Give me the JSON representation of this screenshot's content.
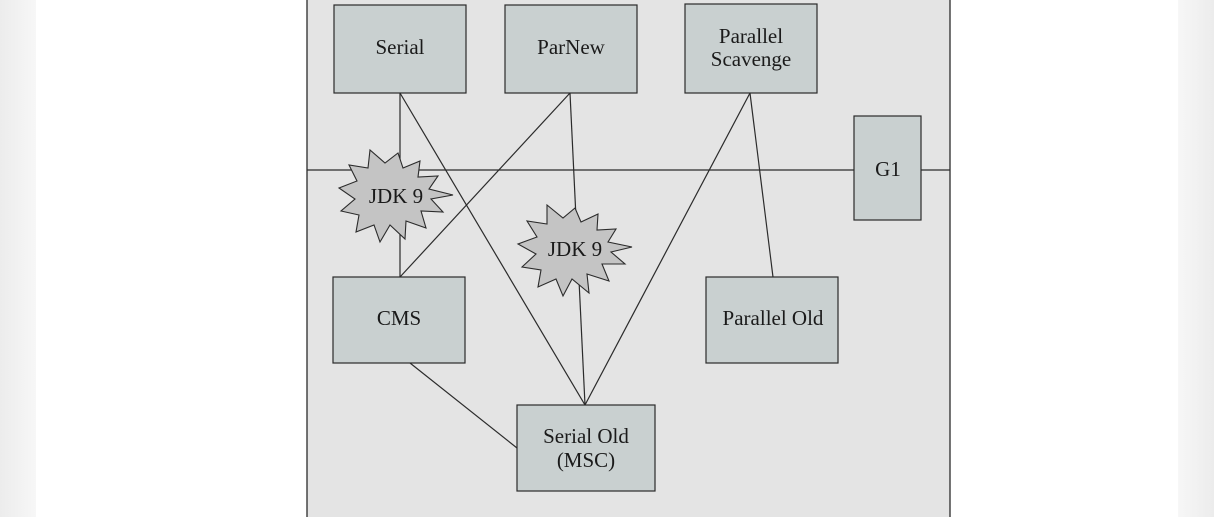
{
  "diagram": {
    "nodes": {
      "serial": {
        "label": "Serial"
      },
      "parnew": {
        "label": "ParNew"
      },
      "parallel_scavenge": {
        "label_line1": "Parallel",
        "label_line2": "Scavenge"
      },
      "g1": {
        "label": "G1"
      },
      "cms": {
        "label": "CMS"
      },
      "parallel_old": {
        "label": "Parallel Old"
      },
      "serial_old": {
        "label_line1": "Serial Old",
        "label_line2": "(MSC)"
      }
    },
    "deprecations": [
      {
        "label": "JDK 9"
      },
      {
        "label": "JDK 9"
      }
    ],
    "colors": {
      "frame_fill": "#e4e4e4",
      "node_fill": "#c9d0d0",
      "stroke": "#2b2b2b",
      "star_fill": "#c4c4c4"
    }
  }
}
